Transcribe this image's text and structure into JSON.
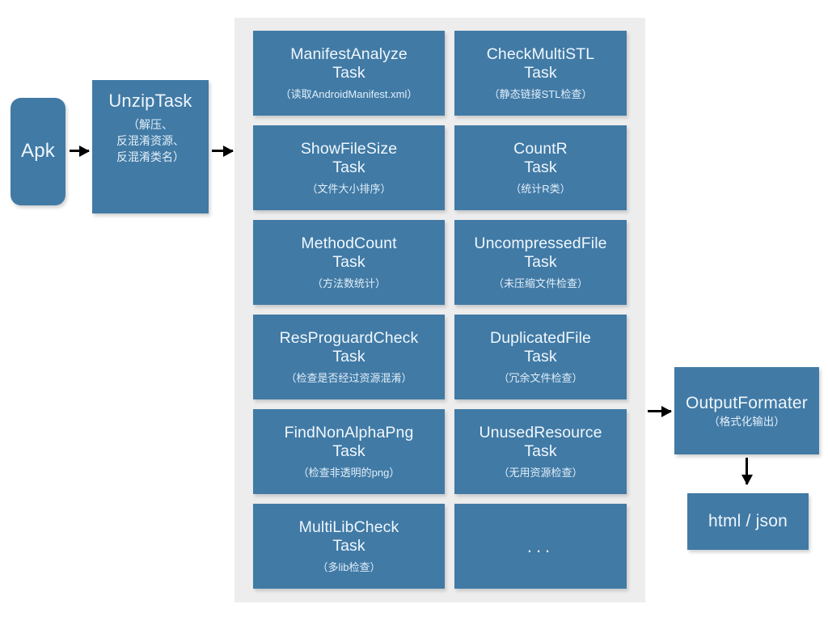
{
  "diagram": {
    "title_not_shown": null,
    "colors": {
      "node_blue": "#417aa5",
      "container_grey": "#ededee",
      "node_text": "#eaf4fb",
      "arrow": "#000000",
      "background": "#ffffff"
    }
  },
  "input": {
    "label": "Apk"
  },
  "unzip": {
    "title": "UnzipTask",
    "desc_lines": [
      "（解压、",
      "反混淆资源、",
      "反混淆类名）"
    ]
  },
  "arrows": [
    {
      "name": "apk-to-unzip",
      "direction": "right"
    },
    {
      "name": "unzip-to-tasks",
      "direction": "right"
    },
    {
      "name": "tasks-to-output",
      "direction": "right"
    },
    {
      "name": "output-to-result",
      "direction": "down"
    }
  ],
  "tasks": [
    {
      "name": "ManifestAnalyze",
      "suffix": "Task",
      "desc": "（读取AndroidManifest.xml）"
    },
    {
      "name": "CheckMultiSTL",
      "suffix": "Task",
      "desc": "（静态链接STL检查）"
    },
    {
      "name": "ShowFileSize",
      "suffix": "Task",
      "desc": "（文件大小排序）"
    },
    {
      "name": "CountR",
      "suffix": "Task",
      "desc": "（统计R类）"
    },
    {
      "name": "MethodCount",
      "suffix": "Task",
      "desc": "（方法数统计）"
    },
    {
      "name": "UncompressedFile",
      "suffix": "Task",
      "desc": "（未压缩文件检查）"
    },
    {
      "name": "ResProguardCheck",
      "suffix": "Task",
      "desc": "（检查是否经过资源混淆）"
    },
    {
      "name": "DuplicatedFile",
      "suffix": "Task",
      "desc": "（冗余文件检查）"
    },
    {
      "name": "FindNonAlphaPng",
      "suffix": "Task",
      "desc": "（检查非透明的png）"
    },
    {
      "name": "UnusedResource",
      "suffix": "Task",
      "desc": "（无用资源检查）"
    },
    {
      "name": "MultiLibCheck",
      "suffix": "Task",
      "desc": "（多lib检查）"
    },
    {
      "name": "...",
      "suffix": "",
      "desc": ""
    }
  ],
  "output": {
    "title": "OutputFormater",
    "desc": "（格式化输出）"
  },
  "result": {
    "label": "html / json"
  }
}
